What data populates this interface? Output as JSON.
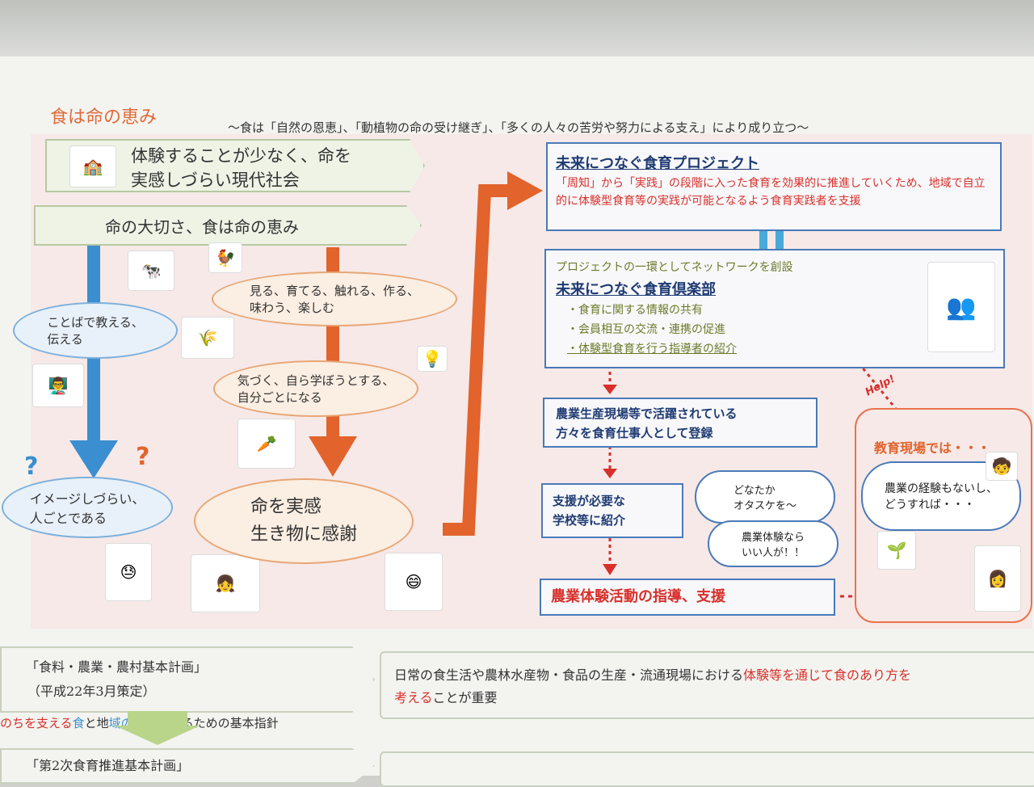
{
  "header": {
    "title": "食は命の恵み",
    "subtitle": "～食は「自然の恩恵」、「動植物の命の受け継ぎ」、「多くの人々の苦労や努力による支え」により成り立つ～"
  },
  "left": {
    "box_top": "体験することが少なく、命を\n実感しづらい現代社会",
    "box_second": "命の大切さ、食は命の恵み",
    "ellipse_words": "ことばで教える、\n伝える",
    "ellipse_image": "イメージしづらい、\n人ごとである",
    "ellipse_see": "見る、育てる、触れる、作る、\n味わう、楽しむ",
    "ellipse_notice": "気づく、自ら学ぼうとする、\n自分ごとになる",
    "ellipse_life": "命を実感\n生き物に感謝",
    "question_mark": "?"
  },
  "right": {
    "project_title": "未来につなぐ食育プロジェクト",
    "project_body": "「周知」から「実践」の段階に入った食育を効果的に推進していくため、地域で自立的に体験型食育等の実践が可能となるよう食育実践者を支援",
    "equals": "＝",
    "club_intro": "プロジェクトの一環としてネットワークを創設",
    "club_title": "未来につなぐ食育倶楽部",
    "club_items": [
      "・食育に関する情報の共有",
      "・会員相互の交流・連携の促進",
      "・体験型食育を行う指導者の紹介"
    ],
    "register": "農業生産現場等で活躍されている\n方々を食育仕事人として登録",
    "introduce": "支援が必要な\n学校等に紹介",
    "guidance": "農業体験活動の指導、支援",
    "cloud_who": "どなたか\nオタスケを～",
    "cloud_good": "農業体験なら\nいい人が！！",
    "school_title": "教育現場では・・・",
    "school_cloud": "農業の経験もないし、\nどうすれば・・・",
    "help": "Help!"
  },
  "bottom": {
    "plan1_name": "「食料・農業・農村基本計画」",
    "plan1_date": "（平成22年3月策定）",
    "plan1_desc_a": "日常の食生活や農林水産物・食品の生産・流通現場における",
    "plan1_desc_red": "体験等を通じて食のあり方を",
    "plan1_desc_red2": "考える",
    "plan1_desc_b": "ことが重要",
    "guideline_a": "のちを支える",
    "guideline_b": "食",
    "guideline_c": "と地",
    "guideline_d": "域の再",
    "guideline_e": "生を図るための基本指針",
    "plan2_name": "「第2次食育推進基本計画」"
  },
  "colors": {
    "blue_arrow": "#3b8ed0",
    "orange_arrow": "#e2632c",
    "red_text": "#d8302b",
    "navy": "#1f3b73"
  },
  "icons": [
    "cow-icon",
    "chicken-icon",
    "farm-field-icon",
    "lightbulb-icon",
    "teacher-icon",
    "vegetables-icon",
    "confused-man-icon",
    "children-eating-icon",
    "happy-man-icon",
    "people-group-icon",
    "school-children-icon",
    "farm-kids-icon",
    "teacher-woman-icon"
  ]
}
